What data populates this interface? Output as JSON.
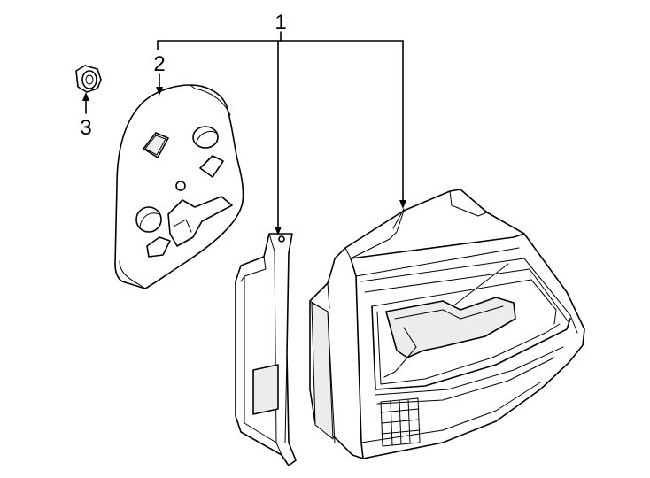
{
  "callouts": {
    "c1": "1",
    "c2": "2",
    "c3": "3"
  },
  "parts": [
    {
      "id": "1",
      "name": "tail-lamp-assembly"
    },
    {
      "id": "2",
      "name": "gasket"
    },
    {
      "id": "3",
      "name": "nut"
    }
  ]
}
